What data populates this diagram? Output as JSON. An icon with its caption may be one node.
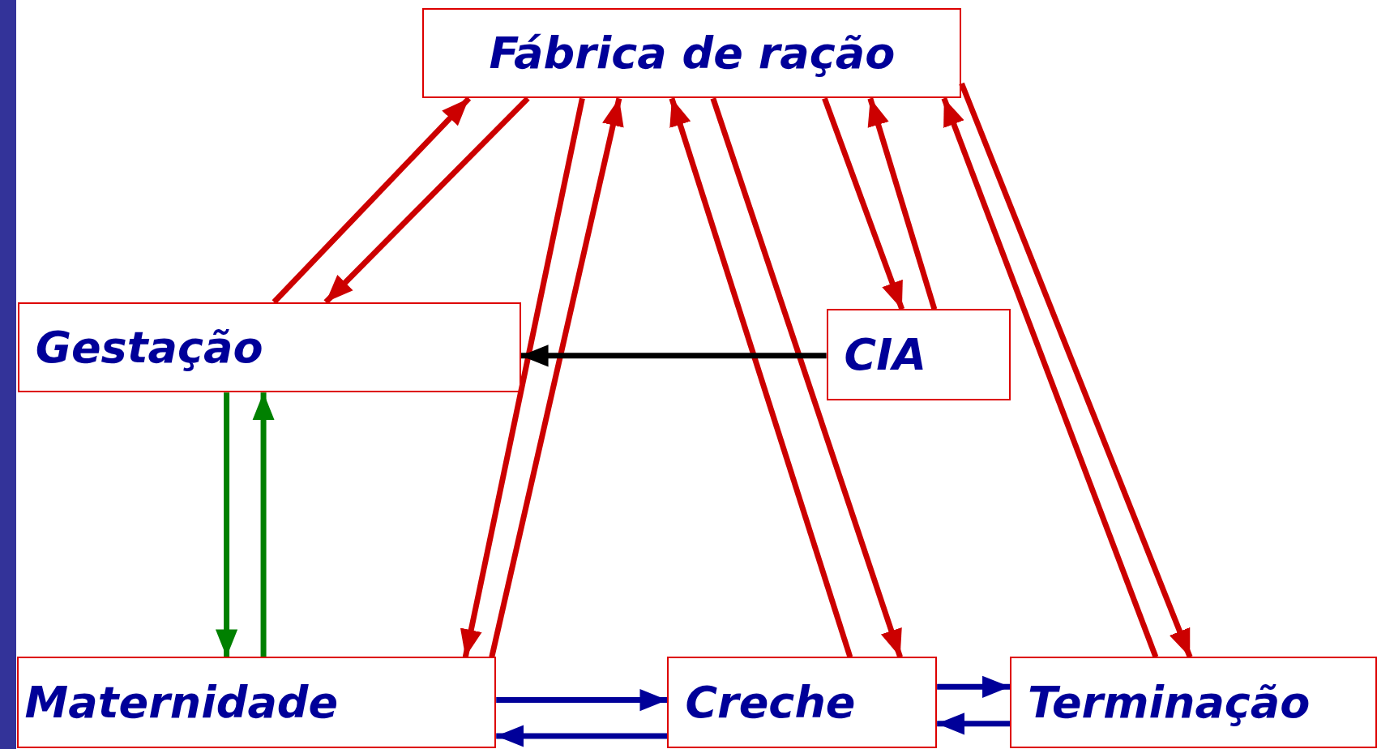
{
  "diagram": {
    "nodes": [
      {
        "text": [
          "Fábrica de ração"
        ]
      },
      {
        "text": [
          "Gestação"
        ]
      },
      {
        "text": [
          "CIA"
        ]
      },
      {
        "text": [
          "Maternidade"
        ]
      },
      {
        "text": [
          "Creche"
        ]
      },
      {
        "text": [
          "Terminação"
        ]
      },
      {
        "text": [],
        "shape": "bar"
      }
    ],
    "edges": [
      {
        "from": 1,
        "to": 0,
        "arrow": "to"
      },
      {
        "from": 0,
        "to": 1,
        "arrow": "to"
      },
      {
        "from": 0,
        "to": 3,
        "arrow": "to"
      },
      {
        "from": 3,
        "to": 0,
        "arrow": "to"
      },
      {
        "from": 4,
        "to": 0,
        "arrow": "to"
      },
      {
        "from": 0,
        "to": 4,
        "arrow": "to"
      },
      {
        "from": 0,
        "to": 2,
        "arrow": "to"
      },
      {
        "from": 2,
        "to": 0,
        "arrow": "to"
      },
      {
        "from": 5,
        "to": 0,
        "arrow": "to"
      },
      {
        "from": 0,
        "to": 5,
        "arrow": "to"
      },
      {
        "from": 2,
        "to": 1,
        "arrow": "to",
        "color": "#000000"
      },
      {
        "from": 1,
        "to": 3,
        "arrow": "to",
        "color": "#008000"
      },
      {
        "from": 3,
        "to": 1,
        "arrow": "to",
        "color": "#008000"
      },
      {
        "from": 3,
        "to": 4,
        "arrow": "to",
        "color": "#000099"
      },
      {
        "from": 4,
        "to": 3,
        "arrow": "to",
        "color": "#000099"
      },
      {
        "from": 4,
        "to": 5,
        "arrow": "to",
        "color": "#000099"
      },
      {
        "from": 5,
        "to": 4,
        "arrow": "to",
        "color": "#000099"
      }
    ]
  }
}
